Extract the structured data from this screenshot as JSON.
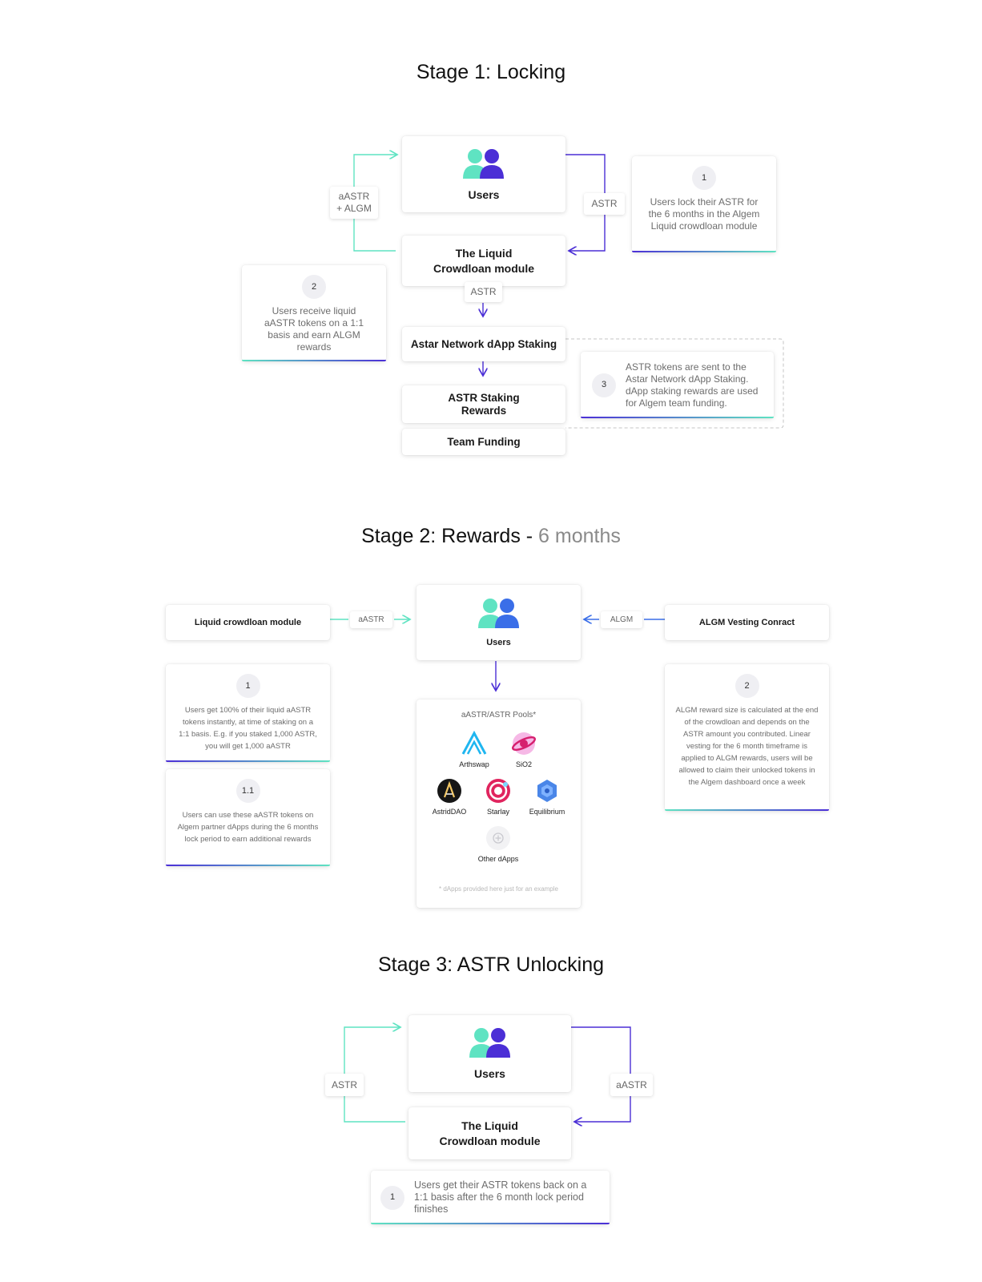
{
  "stage1": {
    "title": "Stage 1: Locking",
    "users_label": "Users",
    "module_label": "The Liquid Crowdloan module",
    "staking_label": "Astar Network dApp Staking",
    "rewards_label": "ASTR Staking Rewards",
    "funding_label": "Team Funding",
    "tag_left": "aASTR + ALGM",
    "tag_right": "ASTR",
    "tag_down": "ASTR",
    "note1": {
      "badge": "1",
      "text": "Users lock their ASTR for the 6 months in the Algem Liquid crowdloan module"
    },
    "note2": {
      "badge": "2",
      "text": "Users receive liquid aASTR tokens on a 1:1 basis and earn ALGM rewards"
    },
    "note3": {
      "badge": "3",
      "text": "ASTR tokens are sent to the Astar Network dApp Staking. dApp staking rewards are used for Algem team funding."
    }
  },
  "stage2": {
    "title_main": "Stage 2: Rewards",
    "title_sep": " - ",
    "title_muted": "6 months",
    "module_label": "Liquid crowdloan module",
    "users_label": "Users",
    "vesting_label": "ALGM Vesting Conract",
    "tag_left": "aASTR",
    "tag_right": "ALGM",
    "pools_title": "aASTR/ASTR Pools*",
    "pools": [
      {
        "name": "Arthswap",
        "icon": "arthswap-icon"
      },
      {
        "name": "SiO2",
        "icon": "sio2-icon"
      },
      {
        "name": "AstridDAO",
        "icon": "astriddao-icon"
      },
      {
        "name": "Starlay",
        "icon": "starlay-icon"
      },
      {
        "name": "Equilibrium",
        "icon": "equilibrium-icon"
      },
      {
        "name": "Other dApps",
        "icon": "plus-icon"
      }
    ],
    "footnote": "* dApps provided here just for an example",
    "note1": {
      "badge": "1",
      "text": "Users get 100% of their liquid aASTR tokens instantly, at time of staking on a 1:1 basis. E.g. if you staked 1,000 ASTR, you will get 1,000 aASTR"
    },
    "note11": {
      "badge": "1.1",
      "text": "Users can use these aASTR tokens on Algem partner dApps during the 6 months lock period to earn additional rewards"
    },
    "note2": {
      "badge": "2",
      "text": "ALGM reward size is calculated at the end of the crowdloan and depends on the ASTR amount you contributed. Linear vesting for the 6 month timeframe is applied to ALGM rewards, users will be allowed to claim their unlocked tokens in the Algem dashboard once a week"
    }
  },
  "stage3": {
    "title": "Stage 3: ASTR Unlocking",
    "users_label": "Users",
    "module_label": "The Liquid Crowdloan module",
    "tag_left": "ASTR",
    "tag_right": "aASTR",
    "note1": {
      "badge": "1",
      "text": "Users get their ASTR tokens back on a 1:1 basis after the 6 month lock period finishes"
    }
  },
  "colors": {
    "teal": "#5fe3c2",
    "purple": "#4b2fd6",
    "blue": "#3a6ee8"
  }
}
